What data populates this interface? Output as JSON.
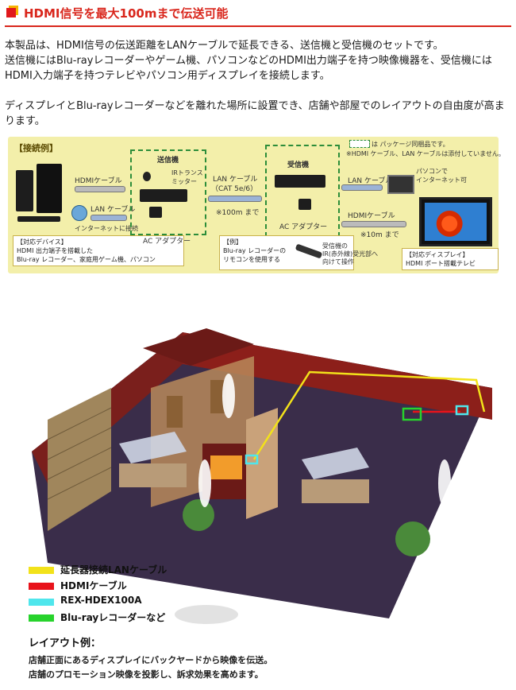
{
  "header": {
    "title": "HDMI信号を最大100mまで伝送可能"
  },
  "intro": {
    "p1": "本製品は、HDMI信号の伝送距離をLANケーブルで延長できる、送信機と受信機のセットです。",
    "p2": "送信機にはBlu-rayレコーダーやゲーム機、パソコンなどのHDMI出力端子を持つ映像機器を、受信機にはHDMI入力端子を持つテレビやパソコン用ディスプレイを接続します。",
    "p3": "ディスプレイとBlu-rayレコーダーなどを離れた場所に設置でき、店舗や部屋でのレイアウトの自由度が高まります。"
  },
  "diagram": {
    "label": "【接続例】",
    "note1": "は パッケージ同梱品です。",
    "note2": "※HDMI ケーブル、LAN ケーブルは添付していません。",
    "sender": "送信機",
    "receiver": "受信機",
    "ir_transmitter": "IRトランス\nミッター",
    "hdmi_cable_left": "HDMIケーブル",
    "lan_cable_left": "LAN ケーブル",
    "internet_left": "インターネットに接続",
    "lan_cable_mid": "LAN ケーブル",
    "lan_cat": "（CAT 5e/6）",
    "up_to_100m": "※100m まで",
    "ac_adapter_1": "AC アダプター",
    "ac_adapter_2": "AC アダプター",
    "lan_cable_right": "LAN ケーブル",
    "pc_internet": "パソコンで\nインターネット可",
    "hdmi_cable_right": "HDMIケーブル",
    "up_to_10m": "※10m まで",
    "source_devices_title": "【対応デバイス】",
    "source_devices_line1": "HDMI 出力端子を搭載した",
    "source_devices_line2": "Blu-ray レコーダー、家庭用ゲーム機、パソコン",
    "remote_title": "【例】",
    "remote_line1": "Blu-ray レコーダーの",
    "remote_line2": "リモコンを使用する",
    "remote_desc1": "受信機の",
    "remote_desc2": "IR(赤外線)受光部へ",
    "remote_desc3": "向けて操作",
    "display_title": "【対応ディスプレイ】",
    "display_line": "HDMI ポート搭載テレビ"
  },
  "legend": [
    {
      "label": "延長器接続LANケーブル",
      "color": "#f2e21a"
    },
    {
      "label": "HDMIケーブル",
      "color": "#e8131b"
    },
    {
      "label": "REX-HDEX100A",
      "color": "#4fe6ec"
    },
    {
      "label": "Blu-rayレコーダーなど",
      "color": "#27d32c"
    }
  ],
  "layout": {
    "title": "レイアウト例：",
    "line1": "店舗正面にあるディスプレイにバックヤードから映像を伝送。",
    "line2": "店舗のプロモーション映像を投影し、訴求効果を高めます。"
  }
}
